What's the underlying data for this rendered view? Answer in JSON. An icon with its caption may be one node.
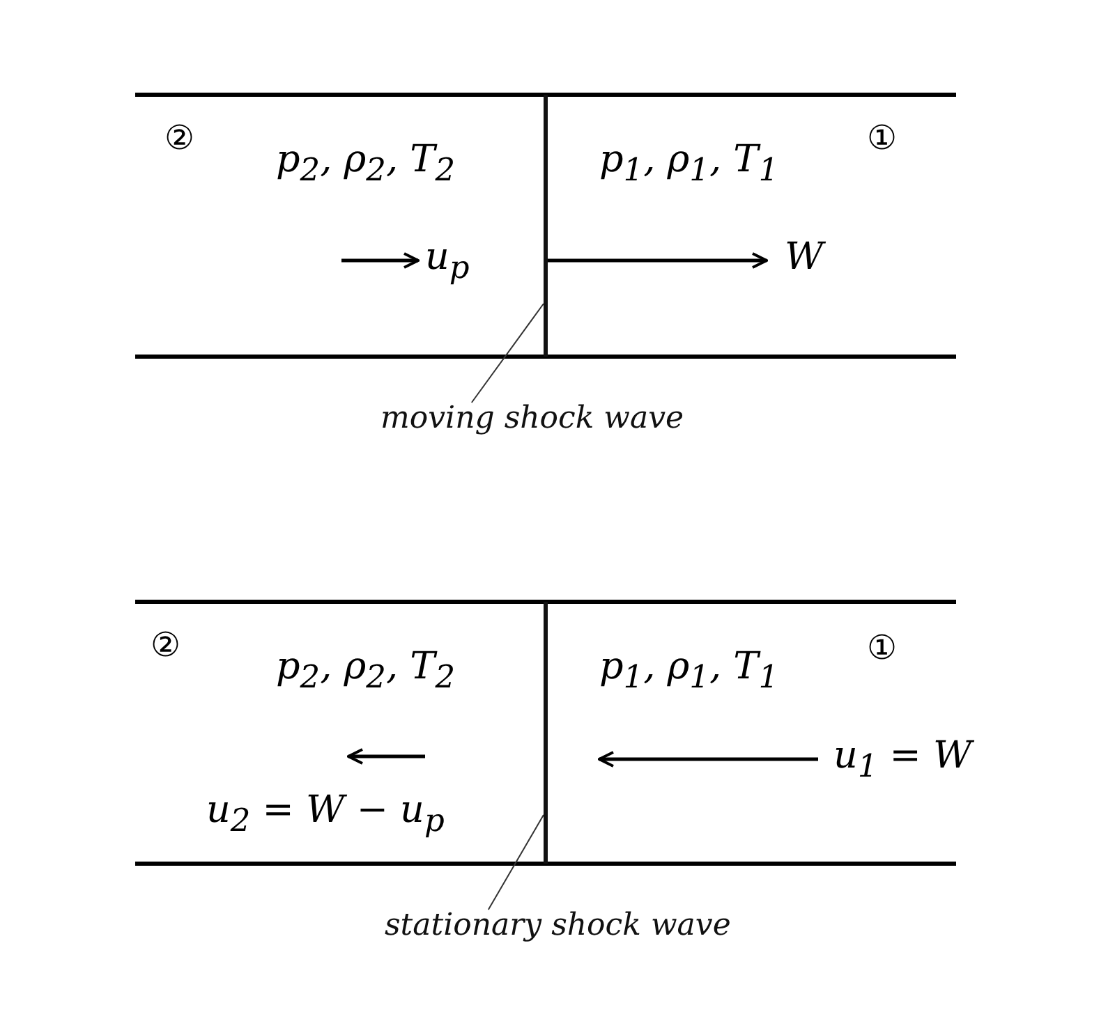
{
  "diagram": {
    "nodes": [
      {
        "text": [
          "moving shock wave"
        ]
      },
      {
        "text": [],
        "shape": "line"
      },
      {
        "text": [
          "stationary shock wave"
        ]
      },
      {
        "text": [],
        "shape": "line"
      }
    ],
    "edges": [
      {
        "from": 0,
        "to": 1,
        "arrow": "none"
      },
      {
        "from": 2,
        "to": 3,
        "arrow": "none"
      }
    ],
    "labels": [
      "②",
      "p$_{2}$, ρ$_{2}$, T$_{2}$",
      "p$_{1}$, ρ$_{1}$, T$_{1}$",
      "①",
      "u$_{p}$",
      "W",
      "②",
      "p$_{2}$, ρ$_{2}$, T$_{2}$",
      "p$_{1}$, ρ$_{1}$, T$_{1}$",
      "①",
      "u$_{1}$ = W",
      "u$_{2}$ = W − u$_{p}$"
    ]
  }
}
